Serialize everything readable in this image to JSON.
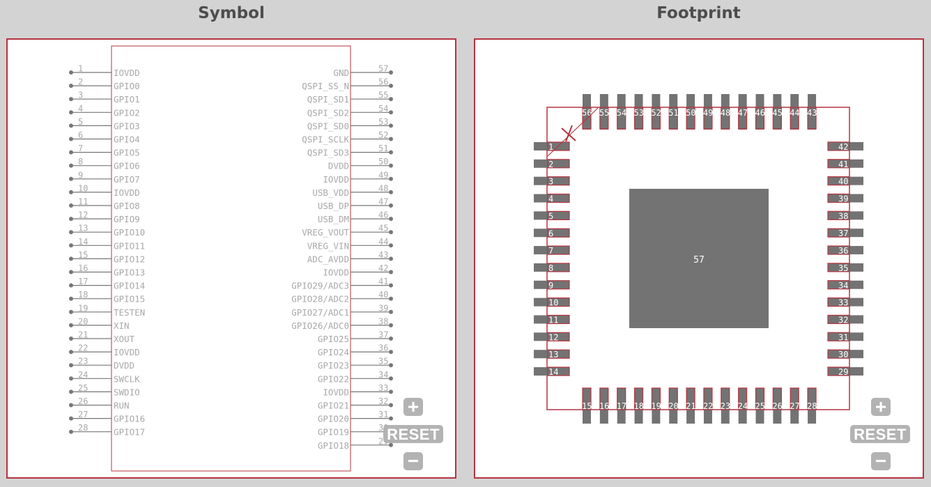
{
  "symbol": {
    "title": "Symbol",
    "left_pins": [
      {
        "num": "1",
        "name": "IOVDD"
      },
      {
        "num": "2",
        "name": "GPIO0"
      },
      {
        "num": "3",
        "name": "GPIO1"
      },
      {
        "num": "4",
        "name": "GPIO2"
      },
      {
        "num": "5",
        "name": "GPIO3"
      },
      {
        "num": "6",
        "name": "GPIO4"
      },
      {
        "num": "7",
        "name": "GPIO5"
      },
      {
        "num": "8",
        "name": "GPIO6"
      },
      {
        "num": "9",
        "name": "GPIO7"
      },
      {
        "num": "10",
        "name": "IOVDD"
      },
      {
        "num": "11",
        "name": "GPIO8"
      },
      {
        "num": "12",
        "name": "GPIO9"
      },
      {
        "num": "13",
        "name": "GPIO10"
      },
      {
        "num": "14",
        "name": "GPIO11"
      },
      {
        "num": "15",
        "name": "GPIO12"
      },
      {
        "num": "16",
        "name": "GPIO13"
      },
      {
        "num": "17",
        "name": "GPIO14"
      },
      {
        "num": "18",
        "name": "GPIO15"
      },
      {
        "num": "19",
        "name": "TESTEN"
      },
      {
        "num": "20",
        "name": "XIN"
      },
      {
        "num": "21",
        "name": "XOUT"
      },
      {
        "num": "22",
        "name": "IOVDD"
      },
      {
        "num": "23",
        "name": "DVDD"
      },
      {
        "num": "24",
        "name": "SWCLK"
      },
      {
        "num": "25",
        "name": "SWDIO"
      },
      {
        "num": "26",
        "name": "RUN"
      },
      {
        "num": "27",
        "name": "GPIO16"
      },
      {
        "num": "28",
        "name": "GPIO17"
      }
    ],
    "right_pins": [
      {
        "num": "57",
        "name": "GND"
      },
      {
        "num": "56",
        "name": "QSPI_SS_N"
      },
      {
        "num": "55",
        "name": "QSPI_SD1"
      },
      {
        "num": "54",
        "name": "QSPI_SD2"
      },
      {
        "num": "53",
        "name": "QSPI_SD0"
      },
      {
        "num": "52",
        "name": "QSPI_SCLK"
      },
      {
        "num": "51",
        "name": "QSPI_SD3"
      },
      {
        "num": "50",
        "name": "DVDD"
      },
      {
        "num": "49",
        "name": "IOVDD"
      },
      {
        "num": "48",
        "name": "USB_VDD"
      },
      {
        "num": "47",
        "name": "USB_DP"
      },
      {
        "num": "46",
        "name": "USB_DM"
      },
      {
        "num": "45",
        "name": "VREG_VOUT"
      },
      {
        "num": "44",
        "name": "VREG_VIN"
      },
      {
        "num": "43",
        "name": "ADC_AVDD"
      },
      {
        "num": "42",
        "name": "IOVDD"
      },
      {
        "num": "41",
        "name": "GPIO29/ADC3"
      },
      {
        "num": "40",
        "name": "GPIO28/ADC2"
      },
      {
        "num": "39",
        "name": "GPIO27/ADC1"
      },
      {
        "num": "38",
        "name": "GPIO26/ADC0"
      },
      {
        "num": "37",
        "name": "GPIO25"
      },
      {
        "num": "36",
        "name": "GPIO24"
      },
      {
        "num": "35",
        "name": "GPIO23"
      },
      {
        "num": "34",
        "name": "GPIO22"
      },
      {
        "num": "33",
        "name": "IOVDD"
      },
      {
        "num": "32",
        "name": "GPIO21"
      },
      {
        "num": "31",
        "name": "GPIO20"
      },
      {
        "num": "30",
        "name": "GPIO19"
      },
      {
        "num": "29",
        "name": "GPIO18"
      }
    ],
    "controls": {
      "zoom_in": "+",
      "reset": "RESET",
      "zoom_out": "−"
    }
  },
  "footprint": {
    "title": "Footprint",
    "left_pads": [
      "1",
      "2",
      "3",
      "4",
      "5",
      "6",
      "7",
      "8",
      "9",
      "10",
      "11",
      "12",
      "13",
      "14"
    ],
    "bottom_pads": [
      "15",
      "16",
      "17",
      "18",
      "19",
      "20",
      "21",
      "22",
      "23",
      "24",
      "25",
      "26",
      "27",
      "28"
    ],
    "right_pads": [
      "29",
      "30",
      "31",
      "32",
      "33",
      "34",
      "35",
      "36",
      "37",
      "38",
      "39",
      "40",
      "41",
      "42"
    ],
    "top_pads": [
      "43",
      "44",
      "45",
      "46",
      "47",
      "48",
      "49",
      "50",
      "51",
      "52",
      "53",
      "54",
      "55",
      "56"
    ],
    "center_pad": "57",
    "controls": {
      "zoom_in": "+",
      "reset": "RESET",
      "zoom_out": "−"
    }
  },
  "colors": {
    "outline": "#b5333f",
    "pad": "#737373",
    "text": "#a8a8a8",
    "pin": "#777777"
  }
}
